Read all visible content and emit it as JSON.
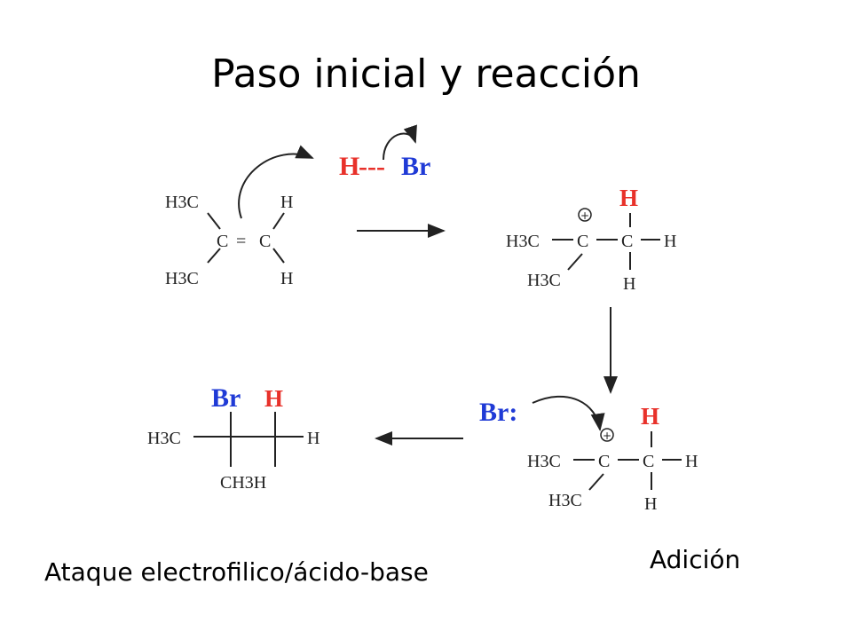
{
  "slide": {
    "title": "Paso inicial y reacción",
    "caption_left": "Ataque electrofilico/ácido-base",
    "caption_right": "Adición"
  },
  "scheme": {
    "reagent": {
      "H": "H",
      "dashes": "---",
      "Br": "Br"
    },
    "alkene": {
      "ch3_top": "H3C",
      "ch3_bottom": "H3C",
      "C1": "C",
      "eq": "=",
      "C2": "C",
      "H_top": "H",
      "H_bottom": "H"
    },
    "carbocation": {
      "H_red": "H",
      "ch3_left": "H3C",
      "ch3_below": "H3C",
      "C_plus": "C",
      "C": "C",
      "H_right": "H",
      "H_bottom": "H",
      "charge": "+"
    },
    "attack": {
      "Br_ion": "Br:",
      "H_red": "H",
      "ch3_left": "H3C",
      "ch3_below": "H3C",
      "C_plus": "C",
      "C": "C",
      "H_right": "H",
      "H_bottom": "H",
      "charge": "+"
    },
    "product": {
      "Br": "Br",
      "H_red": "H",
      "ch3_left": "H3C",
      "H_right": "H",
      "bottom": "CH3H"
    }
  }
}
